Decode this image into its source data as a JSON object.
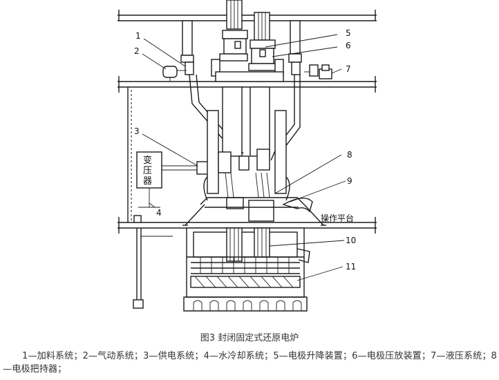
{
  "figure": {
    "caption": "图3 封闭固定式还原电炉",
    "legend": "1—加料系统；2—气动系统；3—供电系统；4—水冷却系统；5—电极升降装置；6—电极压放装置；7—液压系统；8—电极把持器；",
    "transformer_label_1": "变",
    "transformer_label_2": "压",
    "transformer_label_3": "器",
    "platform_label": "操作平台",
    "callouts": {
      "c1": "1",
      "c2": "2",
      "c3": "3",
      "c4": "4",
      "c5": "5",
      "c6": "6",
      "c7": "7",
      "c8": "8",
      "c9": "9",
      "c10": "10",
      "c11": "11"
    }
  }
}
